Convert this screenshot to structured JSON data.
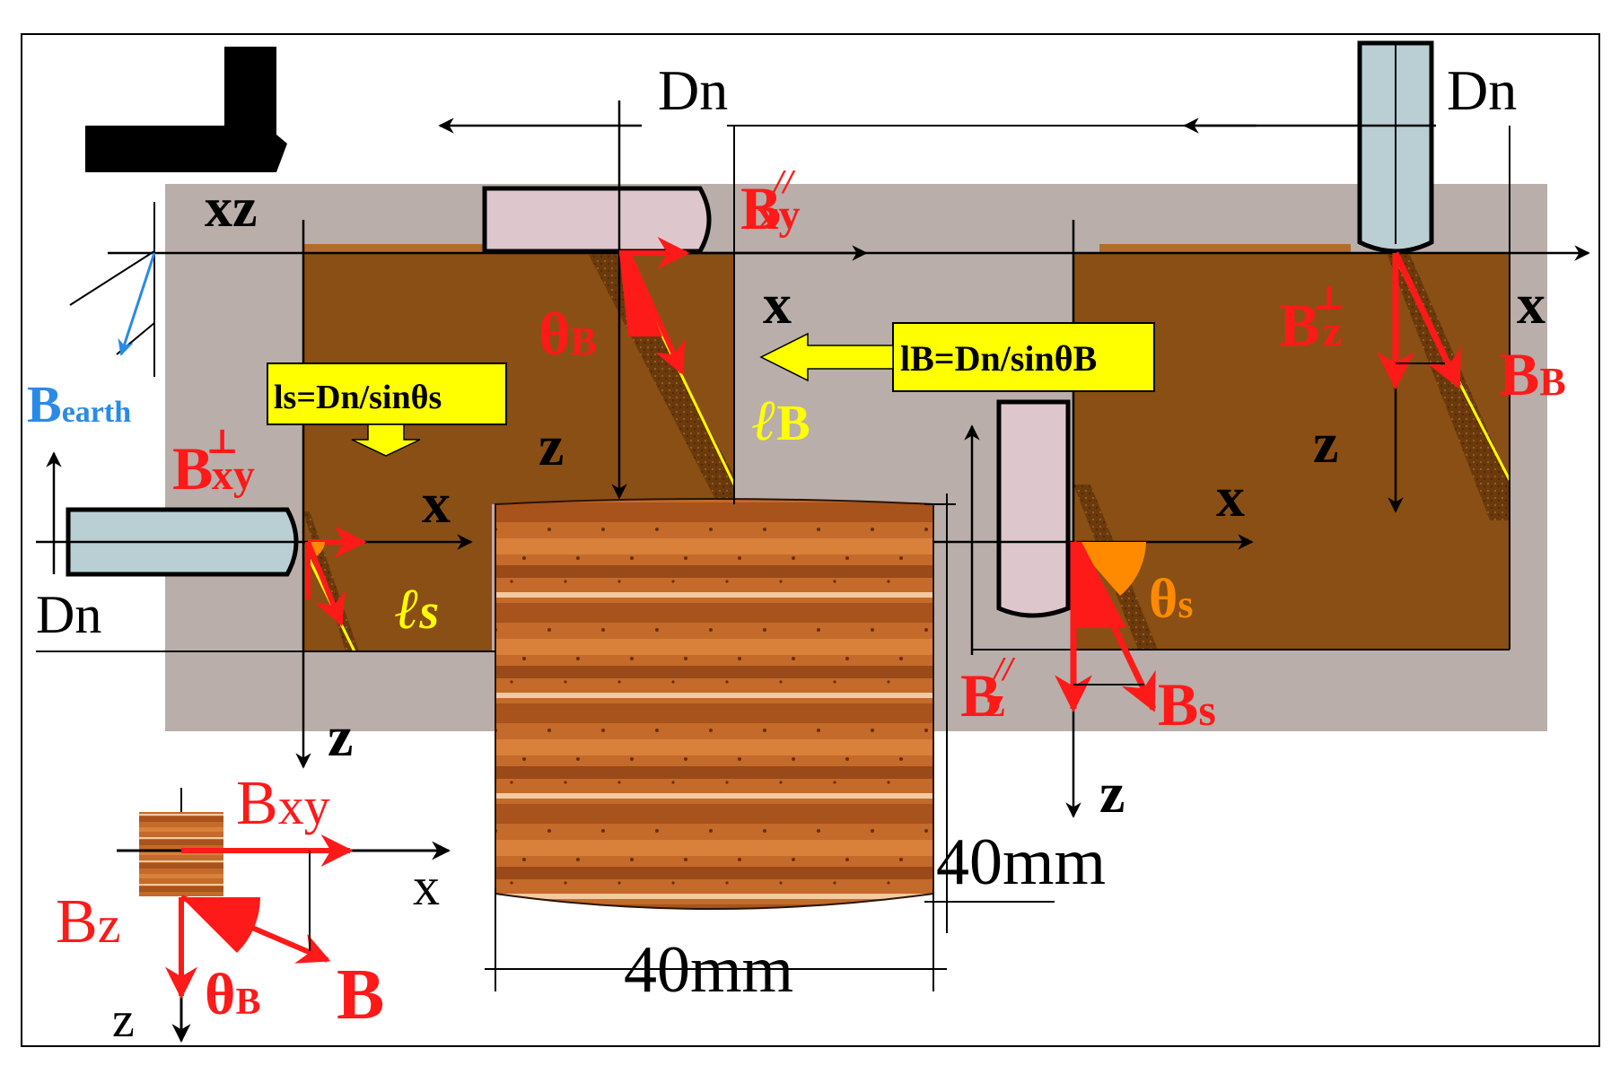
{
  "colors": {
    "panel_gray": "#b9aeaa",
    "soil": "#8a4f14",
    "soil_dark": "#6b3a0c",
    "red": "#ff1a1a",
    "blue": "#2b8ae6",
    "yellow": "#ffff00",
    "orange": "#ff8a00",
    "probe_fill": "#ddc7cc",
    "probe_blue": "#b9cfd4",
    "copper": "#c8702e"
  },
  "labels": {
    "dn_top_left": "Dn",
    "dn_top_right": "Dn",
    "dn_left": "Dn",
    "xz": "xz",
    "b_earth_main": "B",
    "b_earth_sub": "earth",
    "bxy_parallel_main": "B",
    "bxy_parallel_sup": "//",
    "bxy_parallel_sub": "xy",
    "bxy_perp_main": "B",
    "bxy_perp_sup": "⊥",
    "bxy_perp_sub": "xy",
    "bz_perp_main": "B",
    "bz_perp_sup": "⊥",
    "bz_perp_sub": "z",
    "bz_parallel_main": "B",
    "bz_parallel_sup": "//",
    "bz_parallel_sub": "z",
    "bb_main": "B",
    "bb_sub": "B",
    "bs_main": "B",
    "bs_sub": "s",
    "theta_b_main": "θ",
    "theta_b_sub": "B",
    "theta_s_main": "θ",
    "theta_s_sub": "s",
    "ell_b_main": "ℓ",
    "ell_b_sub": "B",
    "ell_s_main": "ℓ",
    "ell_s_sub": "s",
    "formula_s": "ls=Dn/sinθs",
    "formula_b": "lB=Dn/sinθB",
    "x": "x",
    "z": "z",
    "dim_width": "40mm",
    "dim_height": "40mm",
    "legend_bxy_main": "B",
    "legend_bxy_sub": "xy",
    "legend_bz_main": "B",
    "legend_bz_sub": "z",
    "legend_b": "B",
    "legend_theta_main": "θ",
    "legend_theta_sub": "B",
    "legend_x": "x",
    "legend_z": "z"
  }
}
